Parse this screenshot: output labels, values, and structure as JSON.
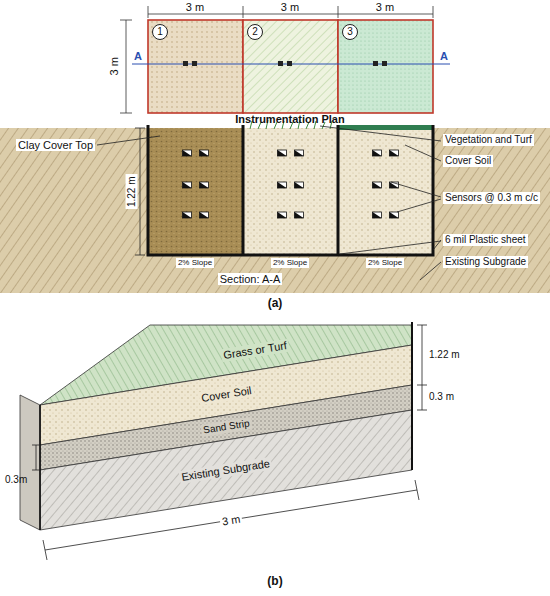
{
  "diagram": {
    "nodes": [
      {
        "text": [
          "1"
        ]
      },
      {
        "text": [
          "2"
        ]
      },
      {
        "text": [
          "3"
        ]
      }
    ],
    "labels": [
      "3 m",
      "3 m",
      "3 m",
      "3 m",
      "A",
      "A",
      "Instrumentation Plan",
      "Clay Cover Top",
      "1.22 m",
      "Vegetation and Turf",
      "Cover Soil",
      "Sensors @ 0.3 m c/c",
      "2% Slope",
      "2% Slope",
      "2% Slope",
      "Section: A-A",
      "6 mil Plastic sheet",
      "Existing Subgrade",
      "(a)",
      "Grass or Turf",
      "Cover Soil",
      "Sand Strip",
      "Existing Subgrade",
      "1.22 m",
      "0.3 m",
      "0.3m",
      "3 m",
      "(b)"
    ]
  }
}
